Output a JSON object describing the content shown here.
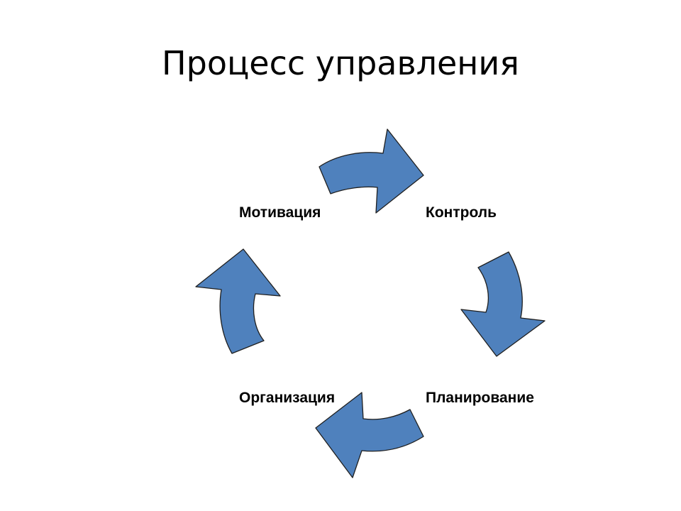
{
  "title": "Процесс управления",
  "diagram": {
    "stages": [
      {
        "id": "motivation",
        "label": "Мотивация"
      },
      {
        "id": "control",
        "label": "Контроль"
      },
      {
        "id": "planning",
        "label": "Планирование"
      },
      {
        "id": "organization",
        "label": "Организация"
      }
    ],
    "arrow_fill": "#4f81bd",
    "arrow_stroke": "#1f1f1f",
    "flow": "clockwise"
  }
}
